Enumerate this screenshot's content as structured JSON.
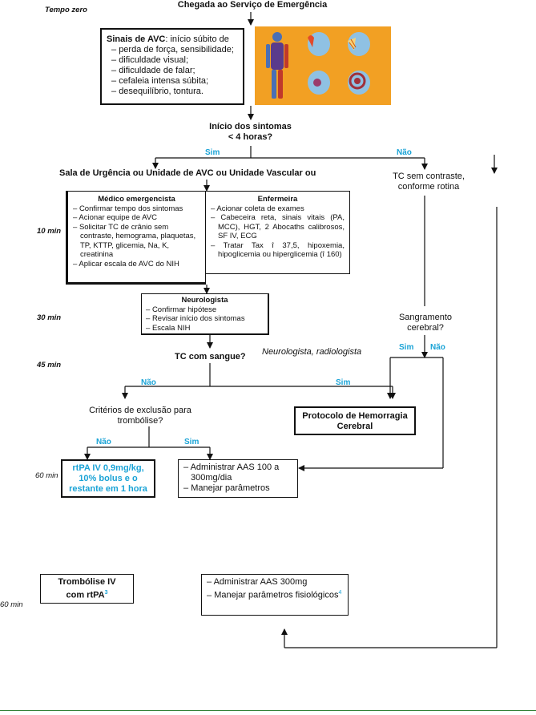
{
  "labels": {
    "tempo_zero": "Tempo zero",
    "t10": "10 min",
    "t30": "30 min",
    "t45": "45 min",
    "t60a": "60 min",
    "t60b": "60 min"
  },
  "header": {
    "title": "Chegada ao Serviço de Emergência"
  },
  "avc": {
    "title": "Sinais de AVC",
    "lead": ": início súbito de",
    "items": [
      "perda de força, sensibilidade;",
      "dificuldade visual;",
      "dificuldade de falar;",
      "cefaleia intensa súbita;",
      "desequilíbrio, tontura."
    ]
  },
  "inicio": {
    "line1": "Início dos sintomas",
    "line2": "< 4 horas?"
  },
  "branch1": {
    "sim": "Sim",
    "nao": "Não"
  },
  "sala": "Sala de Urgência ou Unidade de AVC ou Unidade Vascular ou",
  "tc_sem": {
    "line1": "TC sem contraste,",
    "line2": "conforme rotina"
  },
  "medico": {
    "title": "Médico emergencista",
    "items": [
      "Confirmar tempo dos sintomas",
      "Acionar equipe de AVC",
      "Solicitar TC de crânio sem contraste, hemograma, plaquetas, TP, KTTP, glicemia, Na, K, creatinina",
      "Aplicar escala de AVC do NIH"
    ]
  },
  "enfermeira": {
    "title": "Enfermeira",
    "items": [
      "Acionar coleta de exames",
      "Cabeceira reta, sinais vitais (PA, MCC), HGT, 2 Abocaths calibrosos, SF IV, ECG",
      "Tratar Tax î 37,5, hipoxemia, hipoglicemia ou hiperglicemia (î 160)"
    ]
  },
  "neurologista": {
    "title": "Neurologista",
    "items": [
      "Confirmar hipótese",
      "Revisar início dos sintomas",
      "Escala NIH"
    ]
  },
  "sangramento": {
    "line1": "Sangramento",
    "line2": "cerebral?"
  },
  "branch_sang": {
    "sim": "Sim",
    "nao": "Não"
  },
  "tc_sangue": "TC com sangue?",
  "neuro_radio": "Neurologista, radiologista",
  "branch2": {
    "nao": "Não",
    "sim": "Sim"
  },
  "criterios": {
    "line1": "Critérios de exclusão para",
    "line2": "trombólise?"
  },
  "protocolo": {
    "line1": "Protocolo de Hemorragia",
    "line2": "Cerebral"
  },
  "branch3": {
    "nao": "Não",
    "sim": "Sim"
  },
  "rtpa": {
    "line1": "rtPA IV 0,9mg/kg,",
    "line2": "10% bolus e o",
    "line3": "restante em 1 hora"
  },
  "aas100": {
    "items": [
      "Administrar AAS 100 a 300mg/dia",
      "Manejar parâmetros"
    ]
  },
  "trombolise": {
    "line1": "Trombólise IV",
    "line2": "com rtPA",
    "sup": "3"
  },
  "aas300": {
    "items": [
      "Administrar AAS 300mg",
      "Manejar parâmetros fisiológicos"
    ],
    "sup": "4"
  },
  "colors": {
    "accent": "#1aa3d6",
    "panel": "#f2a023",
    "footer": "#2e7d32"
  }
}
